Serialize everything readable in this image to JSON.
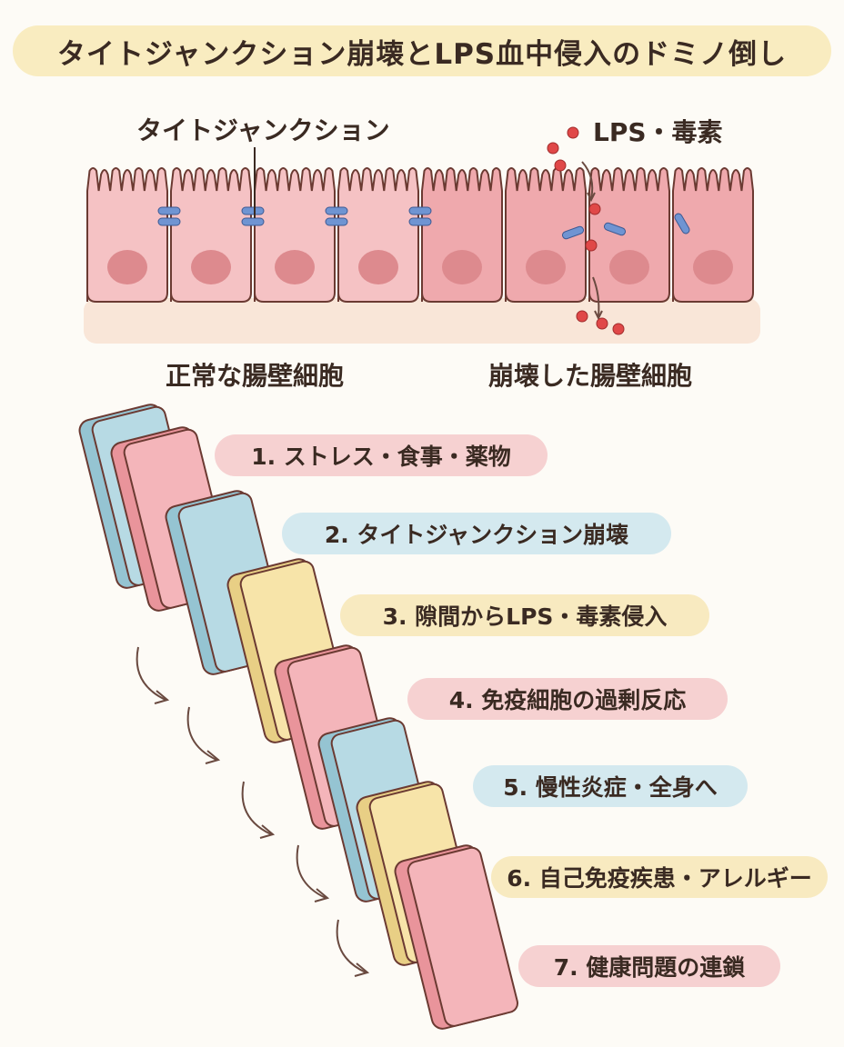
{
  "title": "タイトジャンクション崩壊とLPS血中侵入のドミノ倒し",
  "labels": {
    "tight_junction": "タイトジャンクション",
    "lps_toxin": "LPS・毒素",
    "normal_cells": "正常な腸壁細胞",
    "damaged_cells": "崩壊した腸壁細胞"
  },
  "steps": [
    {
      "text": "1. ストレス・食事・薬物",
      "color": "pink"
    },
    {
      "text": "2. タイトジャンクション崩壊",
      "color": "blue"
    },
    {
      "text": "3. 隙間からLPS・毒素侵入",
      "color": "yellow"
    },
    {
      "text": "4. 免疫細胞の過剰反応",
      "color": "pink"
    },
    {
      "text": "5. 慢性炎症・全身へ",
      "color": "blue"
    },
    {
      "text": "6. 自己免疫疾患・アレルギー",
      "color": "yellow"
    },
    {
      "text": "7. 健康問題の連鎖",
      "color": "pink"
    }
  ],
  "colors": {
    "pink": "#f6d1d1",
    "blue": "#d4e9ef",
    "yellow": "#f8eac0",
    "cell_fill": "#f5c2c4",
    "cell_damaged": "#efa9ad",
    "junction": "#6f94d2",
    "toxin": "#e04848"
  }
}
